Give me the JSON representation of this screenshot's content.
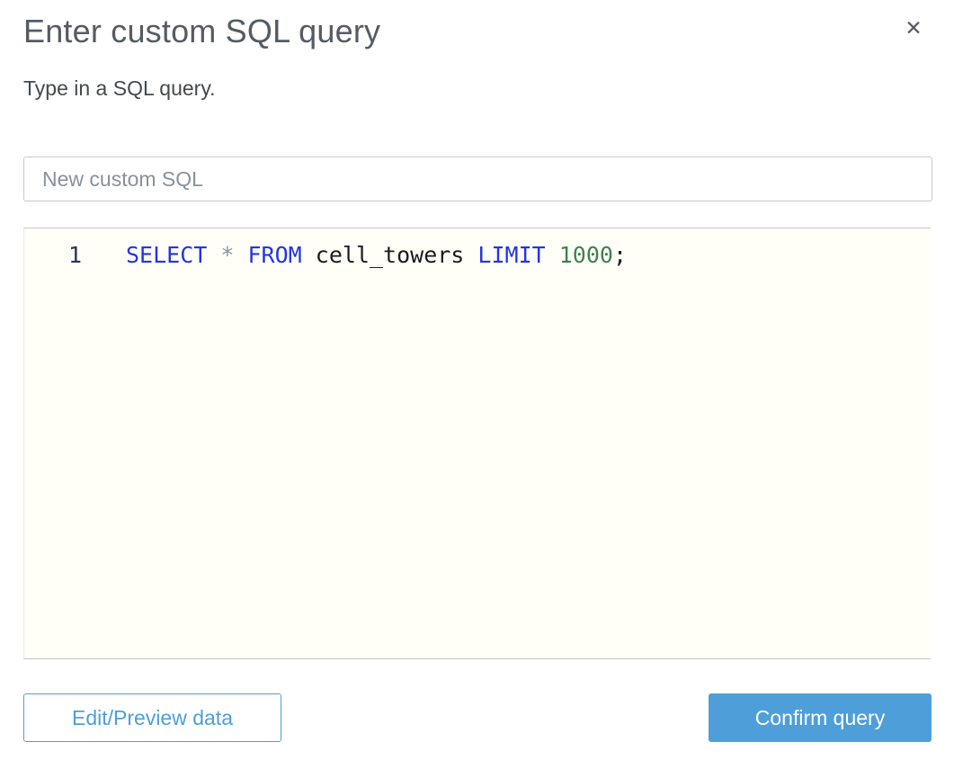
{
  "dialog": {
    "title": "Enter custom SQL query",
    "subtitle": "Type in a SQL query."
  },
  "icons": {
    "close": "✕"
  },
  "name_input": {
    "value": "New custom SQL"
  },
  "sql_editor": {
    "line_number": "1",
    "query": "SELECT * FROM cell_towers LIMIT 1000;",
    "tokens": [
      {
        "text": "SELECT",
        "type": "keyword"
      },
      {
        "text": " ",
        "type": "plain"
      },
      {
        "text": "*",
        "type": "operator"
      },
      {
        "text": " ",
        "type": "plain"
      },
      {
        "text": "FROM",
        "type": "keyword"
      },
      {
        "text": " ",
        "type": "plain"
      },
      {
        "text": "cell_towers",
        "type": "identifier"
      },
      {
        "text": " ",
        "type": "plain"
      },
      {
        "text": "LIMIT",
        "type": "keyword"
      },
      {
        "text": " ",
        "type": "plain"
      },
      {
        "text": "1000",
        "type": "number"
      },
      {
        "text": ";",
        "type": "punctuation"
      }
    ]
  },
  "footer": {
    "edit_preview_label": "Edit/Preview data",
    "confirm_label": "Confirm query"
  },
  "colors": {
    "accent_blue": "#4E9FD9",
    "title_gray": "#545B64",
    "editor_bg": "#FFFEF7",
    "keyword": "#2236E0",
    "number": "#3F8150",
    "identifier": "#1A1C20",
    "operator": "#8A92A0",
    "line_number": "#2A3458"
  }
}
